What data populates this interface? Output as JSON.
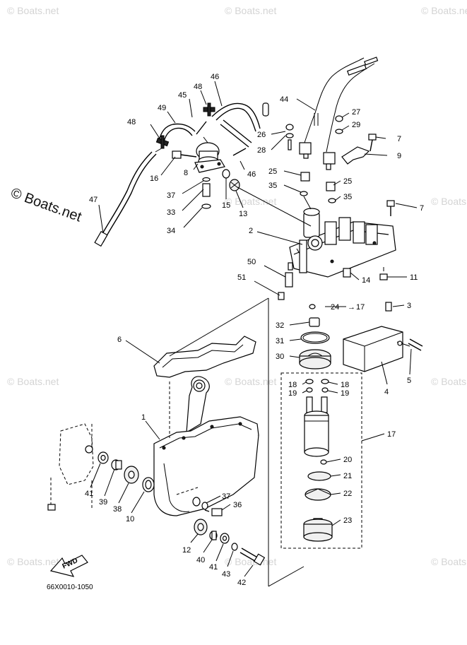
{
  "watermarks": {
    "small": "© Boats.net",
    "large": "© Boats.net"
  },
  "diagram_code": "66X0010-1050",
  "fwd_label": "FWD",
  "callouts": {
    "c1": "1",
    "c2": "2",
    "c3": "3",
    "c4": "4",
    "c5": "5",
    "c6": "6",
    "c7a": "7",
    "c7b": "7",
    "c8": "8",
    "c9": "9",
    "c10": "10",
    "c11": "11",
    "c12": "12",
    "c13": "13",
    "c14": "14",
    "c15": "15",
    "c16": "16",
    "c17a": "17",
    "c17b": "17",
    "c18a": "18",
    "c18b": "18",
    "c19a": "19",
    "c19b": "19",
    "c20": "20",
    "c21": "21",
    "c22": "22",
    "c23": "23",
    "c24": "24",
    "c25a": "25",
    "c25b": "25",
    "c26": "26",
    "c27": "27",
    "c28": "28",
    "c29": "29",
    "c30": "30",
    "c31": "31",
    "c32": "32",
    "c33": "33",
    "c34": "34",
    "c35a": "35",
    "c35b": "35",
    "c36": "36",
    "c37a": "37",
    "c37b": "37",
    "c38": "38",
    "c39": "39",
    "c40": "40",
    "c41a": "41",
    "c41b": "41",
    "c42": "42",
    "c43": "43",
    "c44": "44",
    "c45": "45",
    "c46a": "46",
    "c46b": "46",
    "c47": "47",
    "c48a": "48",
    "c48b": "48",
    "c49": "49",
    "c50": "50",
    "c51": "51"
  }
}
